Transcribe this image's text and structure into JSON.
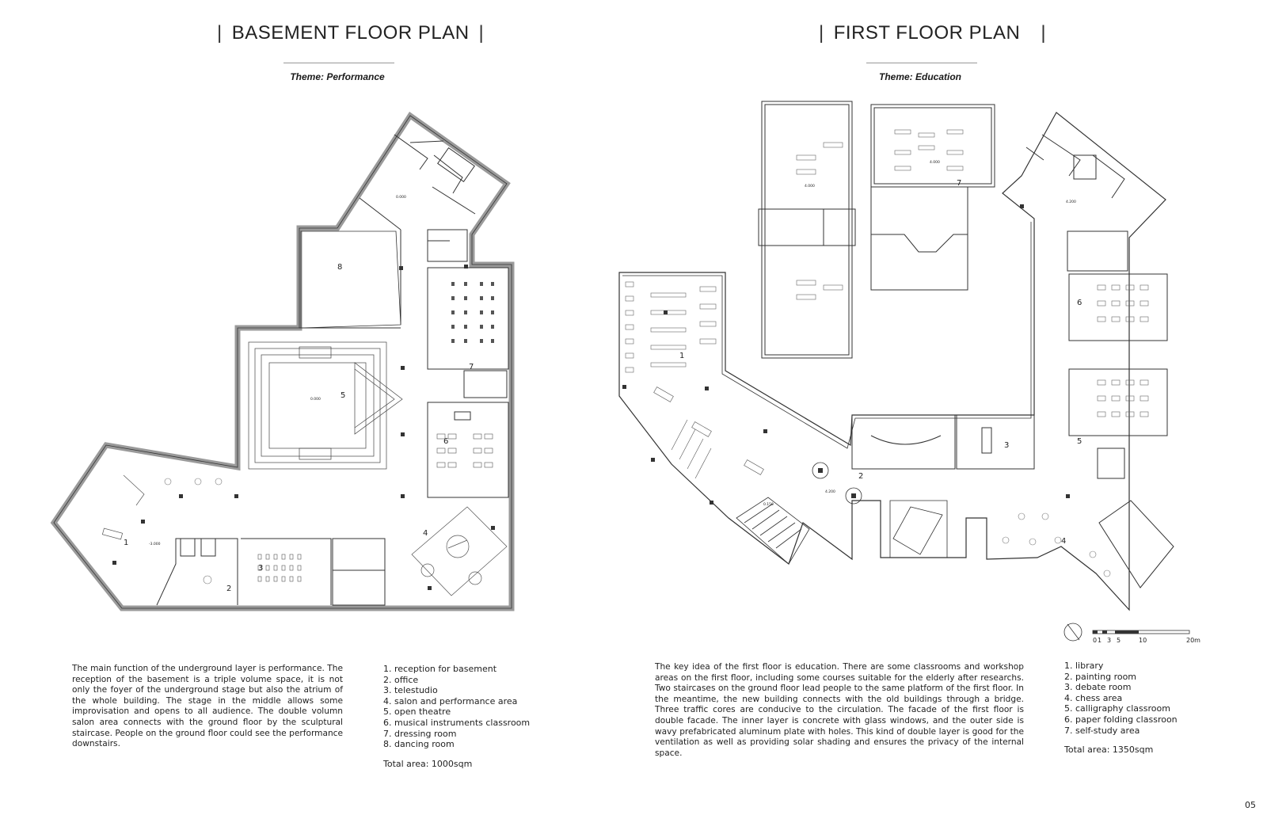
{
  "basement": {
    "title": "BASEMENT FLOOR PLAN",
    "theme": "Theme: Performance",
    "rooms": [
      "1",
      "2",
      "3",
      "4",
      "5",
      "6",
      "7",
      "8"
    ],
    "levels": [
      "-3.000",
      "0.000",
      "0.000"
    ],
    "description": "The main function of the underground layer is performance. The reception of the basement is a triple volume space, it is not only the foyer of the underground stage but also the atrium of the whole building. The stage in the middle allows some improvisation and opens to all audience. The double volumn salon area connects with the ground floor by the sculptural staircase. People on the ground floor could see the performance downstairs.",
    "legend": [
      "1. reception for basement",
      "2. office",
      "3. telestudio",
      "4. salon and performance area",
      "5. open theatre",
      "6. musical instruments classroom",
      "7. dressing room",
      "8. dancing room"
    ],
    "total_area": "Total area: 1000sqm"
  },
  "first_floor": {
    "title": "FIRST FLOOR PLAN",
    "theme": "Theme: Education",
    "rooms": [
      "1",
      "2",
      "3",
      "4",
      "5",
      "6",
      "7"
    ],
    "levels": [
      "4.000",
      "4.000",
      "4.200",
      "4.200",
      "0.150"
    ],
    "description": "The key idea of the first floor is education. There are some classrooms and workshop areas on the first floor, including some courses suitable for the elderly after researchs. Two staircases on the ground floor lead people to the same platform of the first floor. In the meantime, the new building connects with the old buildings through a bridge. Three traffic cores are conducive to the circulation. The facade of the first floor is double facade. The inner layer is concrete with glass windows, and the outer side is wavy prefabricated aluminum plate with holes. This kind of double layer is good for the ventilation as well as providing solar shading and ensures the privacy of the internal space.",
    "legend": [
      "1. library",
      "2. painting room",
      "3. debate room",
      "4. chess area",
      "5. calligraphy classroom",
      "6. paper folding classroon",
      "7. self-study area"
    ],
    "total_area": "Total area: 1350sqm"
  },
  "scale_bar": {
    "labels": [
      "0",
      "1",
      "3",
      "5",
      "10",
      "20m"
    ]
  },
  "page_number": "05",
  "colors": {
    "wall": "#9a9a9a",
    "line": "#333333",
    "fill": "#d2d2d2"
  }
}
